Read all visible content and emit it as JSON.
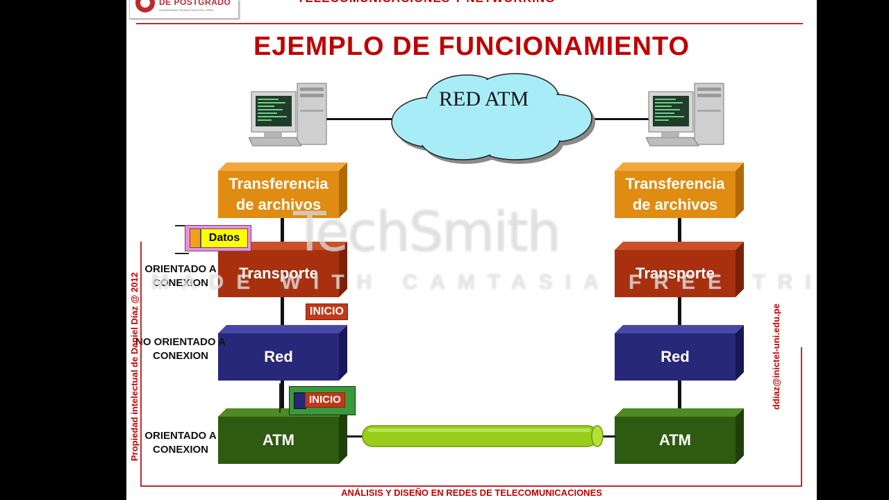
{
  "header": {
    "logo_text": "DE POSTGRADO",
    "logo_subtext": "UNIVERSIDAD TECNOLÓGICA DEL PERÚ",
    "top_title": "TELECOMUNICACIONES Y NETWORKING"
  },
  "title": "EJEMPLO  DE FUNCIONAMIENTO",
  "network_label": "RED ATM",
  "left_stack": {
    "layers": [
      {
        "label": "Transferencia de archivos",
        "color": "#e08c12"
      },
      {
        "label": "Transporte",
        "color": "#a8300f"
      },
      {
        "label": "Red",
        "color": "#27287a"
      },
      {
        "label": "ATM",
        "color": "#2f5a12"
      }
    ]
  },
  "right_stack": {
    "layers": [
      {
        "label": "Transferencia de archivos",
        "color": "#e08c12"
      },
      {
        "label": "Transporte",
        "color": "#a8300f"
      },
      {
        "label": "Red",
        "color": "#27287a"
      },
      {
        "label": "ATM",
        "color": "#2f5a12"
      }
    ]
  },
  "side_labels": {
    "transport": "ORIENTADO A CONEXION",
    "network": "NO ORIENTADO A CONEXION",
    "atm": "ORIENTADO A CONEXION"
  },
  "packets": {
    "datos": "Datos",
    "inicio_1": "INICIO",
    "inicio_2": "INICIO"
  },
  "vertical_left": "Propiedad intelectual de Daniel Díaz @ 2012",
  "vertical_right": "ddiaz@inictel-uni.edu.pe",
  "footer": "ANÁLISIS Y DISEÑO EN REDES DE TELECOMUNICACIONES",
  "watermark": {
    "brand": "TechSmith",
    "trial": "MADE WITH CAMTASIA FREE TRIAL"
  },
  "colors": {
    "accent": "#c00000",
    "cable": "#9acd1a",
    "cloud": "#a8ecf7"
  }
}
